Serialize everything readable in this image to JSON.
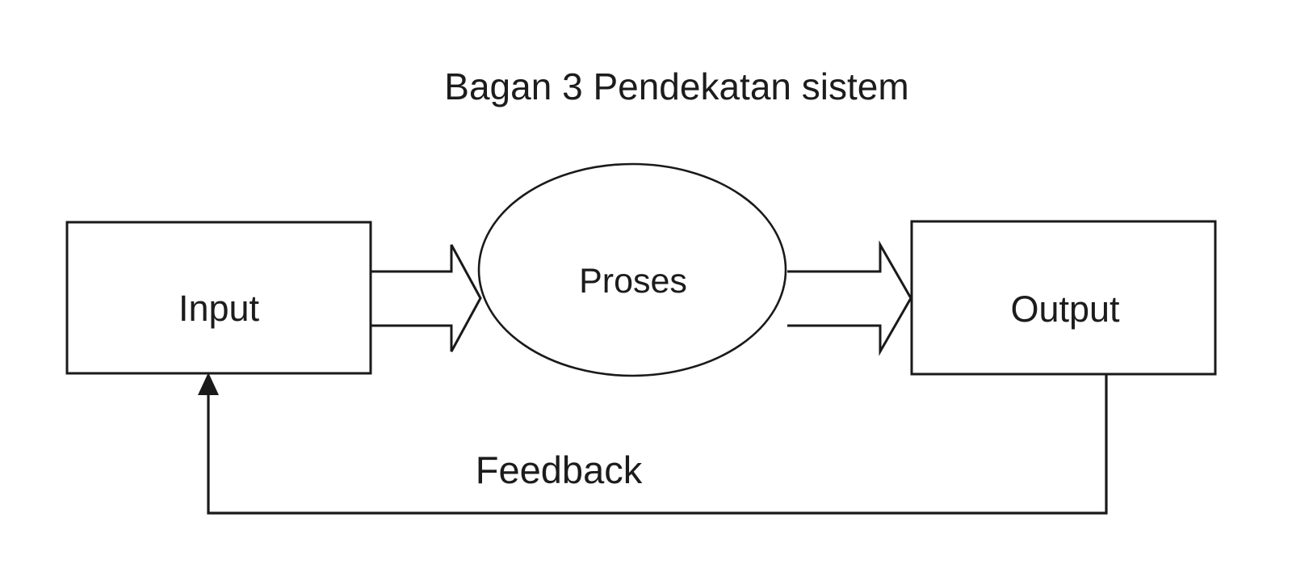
{
  "diagram": {
    "title": "Bagan 3 Pendekatan sistem",
    "nodes": {
      "input": {
        "label": "Input",
        "shape": "rectangle"
      },
      "proses": {
        "label": "Proses",
        "shape": "ellipse"
      },
      "output": {
        "label": "Output",
        "shape": "rectangle"
      }
    },
    "connectors": {
      "input_to_proses": {
        "type": "block-arrow",
        "direction": "right"
      },
      "proses_to_output": {
        "type": "block-arrow",
        "direction": "right"
      },
      "feedback_loop": {
        "label": "Feedback",
        "from": "output",
        "to": "input"
      }
    },
    "colors": {
      "background": "#ffffff",
      "stroke": "#1a1a1a",
      "text": "#1c1c1c"
    }
  }
}
